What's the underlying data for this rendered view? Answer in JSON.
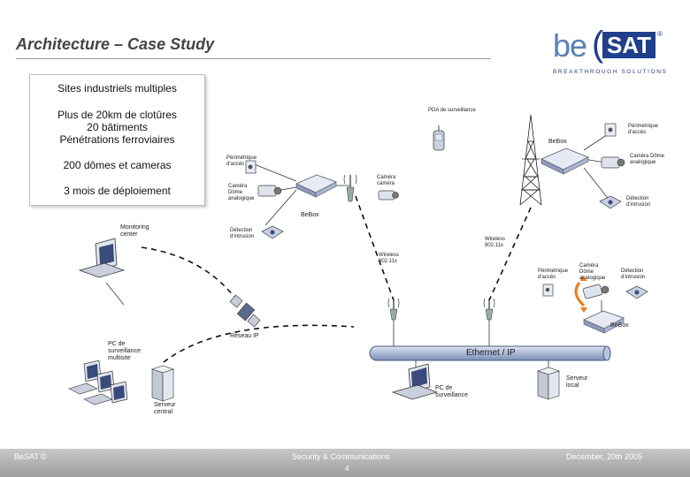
{
  "header": {
    "title": "Architecture – Case Study"
  },
  "logo": {
    "brand_prefix": "be",
    "brand_paren": "(",
    "brand_name": "SAT",
    "registered": "®",
    "tagline": "BREAKTHROUGH SOLUTIONS"
  },
  "info_box": {
    "lines": [
      "Sites industriels multiples",
      "Plus de 20km de clotûres",
      "20 bâtiments",
      "Pénétrations ferroviaires",
      "200 dômes et cameras",
      "3 mois de déploiement"
    ]
  },
  "diagram": {
    "labels": {
      "pda": "PDA de surveillance",
      "perimetrique_right": "Périmétrique d'accès",
      "camera_dome_right": "Caméra Dôme analogique",
      "detection_right": "Détection d'intrusion",
      "bebox_top": "BeBox",
      "perimetrique_left": "Périmétrique d'accès",
      "camera_dome_left": "Caméra Dôme analogique",
      "detection_left": "Détection d'intrusion",
      "camera_left": "Caméra caméra",
      "bebox_left": "BeBox",
      "monitoring": "Monitoring center",
      "wireless_left": "Wireless 802.11x",
      "wireless_right": "Wireless 802.11x",
      "perimetrique_mid": "Périmétrique d'accès",
      "camera_dome_mid": "Caméra Dôme analogique",
      "detection_mid": "Détection d'intrusion",
      "bebox_mid": "BeBox",
      "reseau_ip": "Réseau IP",
      "pc_multi": "PC de surveillance multisite",
      "ethernet": "Ethernet / IP",
      "serveur_local": "Serveur local",
      "serveur_central": "Serveur central",
      "pc_surveillance": "PC de surveillance"
    },
    "colors": {
      "ethernet_bar": "#a9b8d4",
      "ethernet_border": "#4a5c80",
      "device_blue": "#c6cfe4",
      "arrow_orange": "#f07a1a"
    }
  },
  "footer": {
    "left": "BeSAT ©",
    "center": "Security & Communications",
    "page": "4",
    "right": "December, 20th 2005"
  }
}
